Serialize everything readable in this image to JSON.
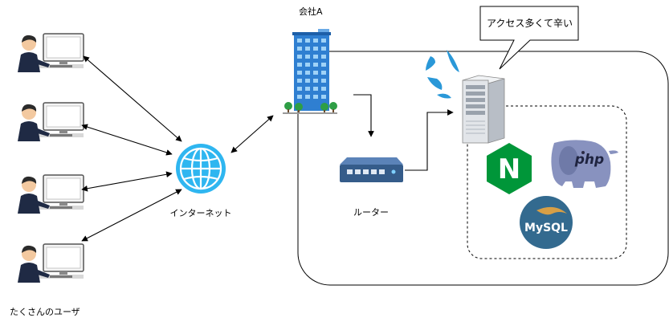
{
  "labels": {
    "company": "会社A",
    "bubble": "アクセス多くて辛い",
    "internet": "インターネット",
    "router": "ルーター",
    "users": "たくさんのユーザ"
  },
  "logos": {
    "nginx": "N",
    "php": "php",
    "mysql": "MySQL"
  },
  "colors": {
    "globe": "#2fb6f0",
    "building": "#2f7fd1",
    "router": "#355c8a",
    "server": "#dfe3e8",
    "nginx": "#009639",
    "php_elephant": "#8892bf",
    "mysql": "#336a8f",
    "water": "#2a98d8"
  },
  "icons": [
    "user-at-computer-icon",
    "globe-icon",
    "building-icon",
    "router-icon",
    "server-icon",
    "water-drops-icon",
    "nginx-logo",
    "php-elephant-logo",
    "mysql-logo"
  ]
}
